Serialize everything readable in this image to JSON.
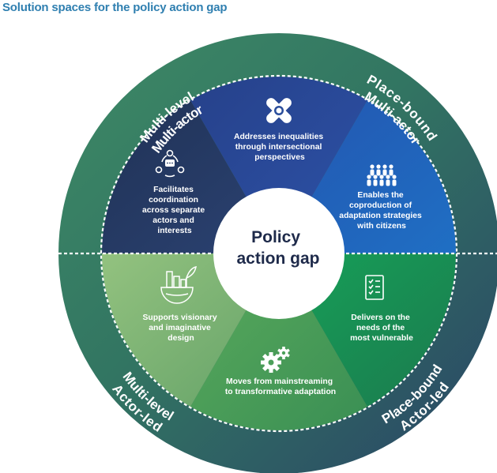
{
  "title": "Solution spaces for the policy action gap",
  "center": {
    "line1": "Policy",
    "line2": "action gap"
  },
  "quadrants": {
    "top_left": [
      "Multi-level",
      "Multi-actor"
    ],
    "top_right": [
      "Place-bound",
      "Multi-actor"
    ],
    "bottom_left": [
      "Multi-level",
      "Actor-led"
    ],
    "bottom_right": [
      "Place-bound",
      "Actor-led"
    ]
  },
  "segments": [
    {
      "icon": "people-coordination-icon",
      "color": "#243a64",
      "lines": [
        "Facilitates",
        "coordination",
        "across separate",
        "actors and",
        "interests"
      ]
    },
    {
      "icon": "joined-hands-icon",
      "color": "#2a4d9b",
      "lines": [
        "Addresses inequalities",
        "through intersectional",
        "perspectives"
      ]
    },
    {
      "icon": "group-of-people-icon",
      "color": "#2466b8",
      "lines": [
        "Enables the",
        "coproduction of",
        "adaptation strategies",
        "with citizens"
      ]
    },
    {
      "icon": "checklist-icon",
      "color": "#1d8f56",
      "lines": [
        "Delivers on the",
        "needs of the",
        "most vulnerable"
      ]
    },
    {
      "icon": "gears-icon",
      "color": "#4ca05a",
      "lines": [
        "Moves from mainstreaming",
        "to transformative adaptation"
      ]
    },
    {
      "icon": "city-globe-icon",
      "color": "#7db572",
      "lines": [
        "Supports visionary",
        "and imaginative",
        "design"
      ]
    }
  ]
}
